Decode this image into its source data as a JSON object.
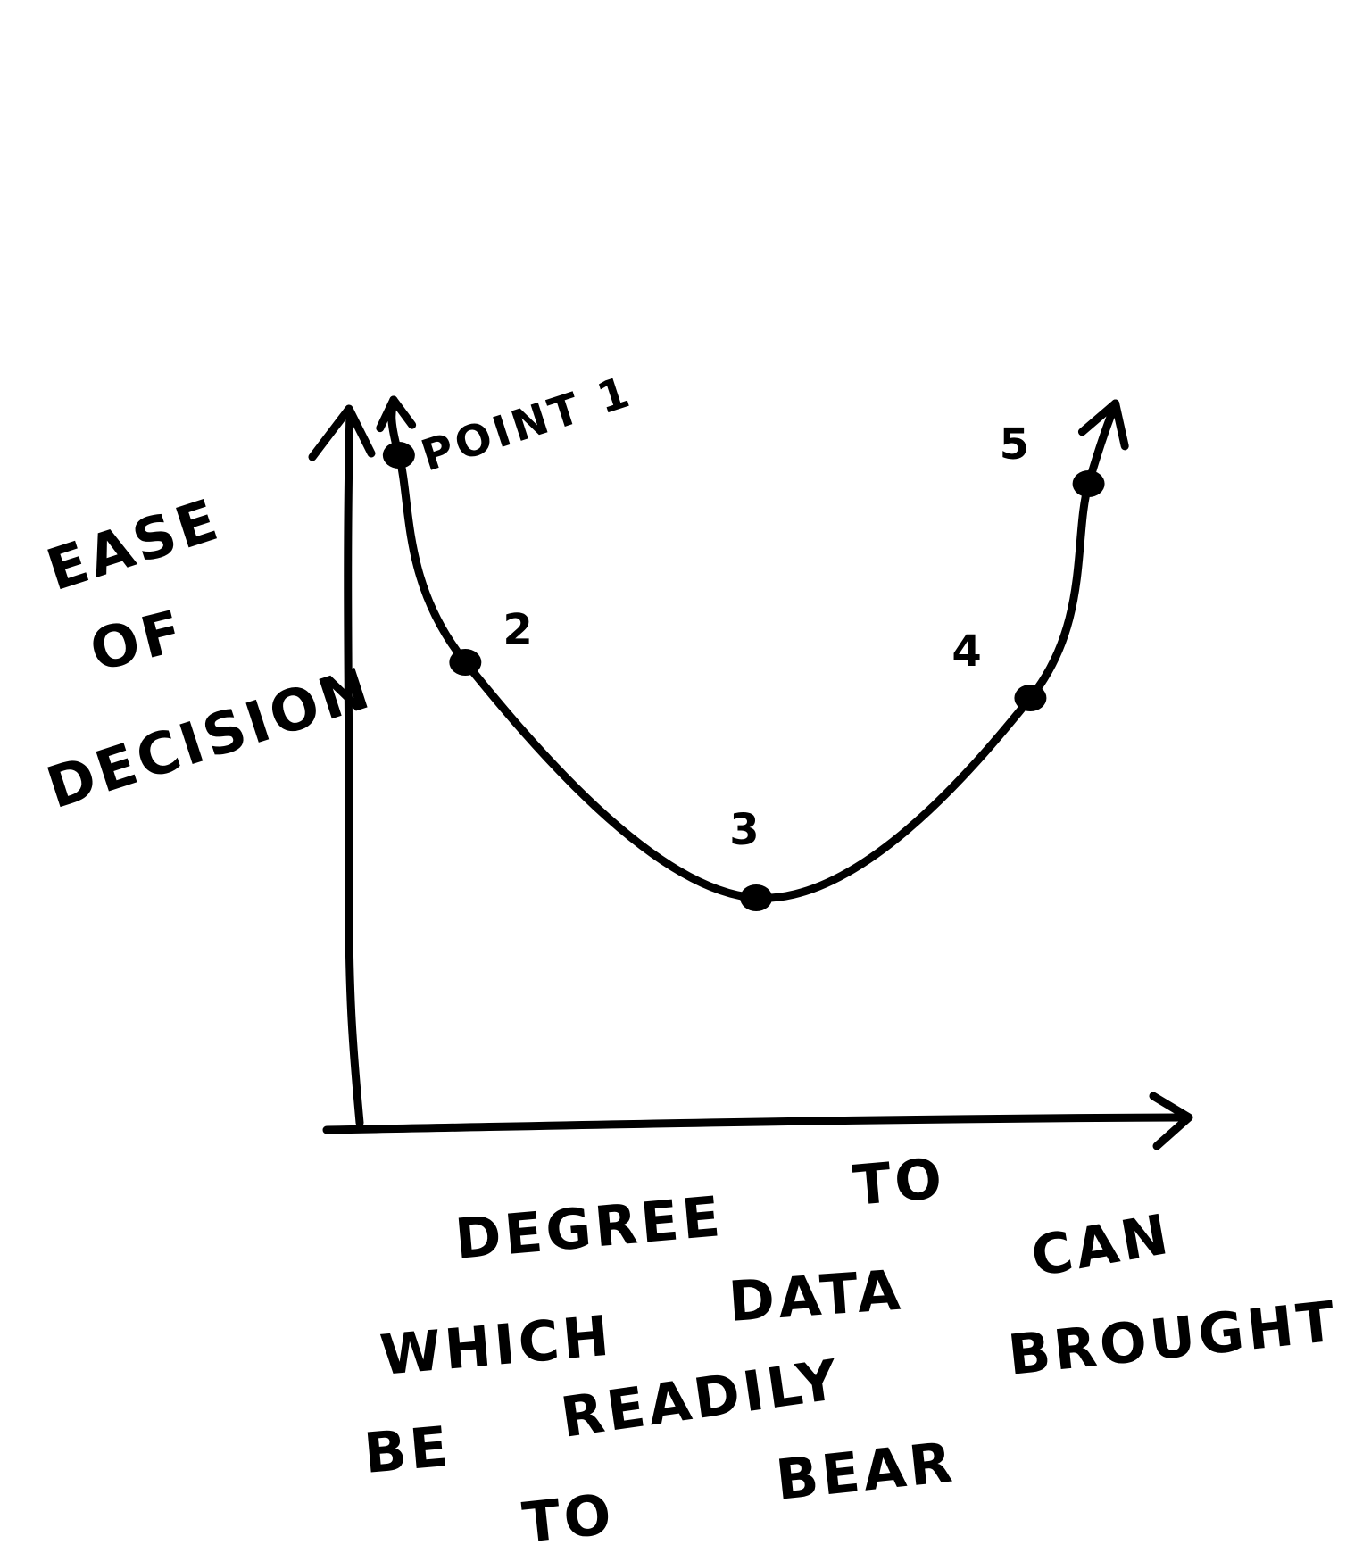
{
  "chart_data": {
    "type": "line",
    "ylabel": [
      "EASE",
      "OF",
      "DECISION"
    ],
    "xlabel": [
      "DEGREE",
      "TO",
      "WHICH",
      "DATA",
      "CAN",
      "BE",
      "READILY",
      "BROUGHT",
      "TO",
      "BEAR"
    ],
    "xlim": [
      0,
      10
    ],
    "ylim": [
      0,
      10
    ],
    "grid": false,
    "legend": "none",
    "series": [
      {
        "points": [
          {
            "x": 0.6,
            "y": 9.4,
            "label": "POINT 1"
          },
          {
            "x": 1.4,
            "y": 6.5,
            "label": "2"
          },
          {
            "x": 4.9,
            "y": 3.2,
            "label": "3"
          },
          {
            "x": 8.2,
            "y": 6.0,
            "label": "4"
          },
          {
            "x": 8.9,
            "y": 9.0,
            "label": "5"
          }
        ]
      }
    ],
    "colors": {
      "ink": "#000000",
      "background": "#ffffff"
    }
  }
}
